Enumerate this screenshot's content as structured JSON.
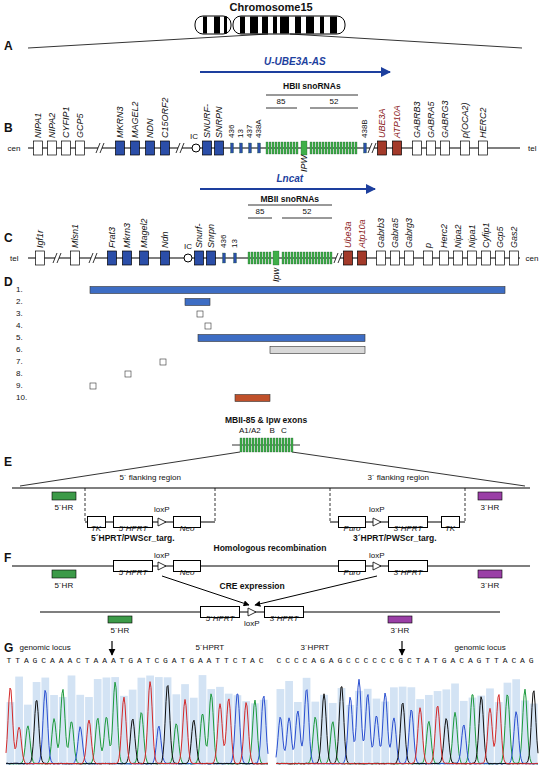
{
  "diagram": {
    "title": "Chromosome15",
    "nodes": [
      {
        "text": [
          "TK"
        ]
      },
      {
        "text": [
          "5´HPRT"
        ]
      },
      {
        "text": [
          "Neo"
        ]
      },
      {
        "text": [
          "Puro"
        ]
      },
      {
        "text": [
          "3´HPRT"
        ]
      },
      {
        "text": [
          "TK"
        ]
      },
      {
        "text": [
          "5´HPRT"
        ]
      },
      {
        "text": [
          "Neo"
        ]
      },
      {
        "text": [
          "Puro"
        ]
      },
      {
        "text": [
          "3´HPRT"
        ]
      },
      {
        "text": [
          "5´HPRT"
        ]
      },
      {
        "text": [
          "3´HPRT"
        ]
      }
    ],
    "labels": [
      "A",
      "B",
      "cen",
      "tel",
      "NIPA1",
      "NIPA2",
      "CYFIP1",
      "GCP5",
      "MKRN3",
      "MAGEL2",
      "NDN",
      "C15ORF2",
      "IC",
      "SNURF-",
      "SNRPN",
      "436",
      "13",
      "437",
      "438A",
      "85",
      "52",
      "438B",
      "IPW",
      "UBE3A",
      "ATP10A",
      "GABRB3",
      "GABRA5",
      "GABRG3",
      "p(OCA2)",
      "HERC2",
      "U-UBE3A-AS",
      "HBII snoRNAs",
      "C",
      "tel",
      "Igf1r",
      "Mlsn1",
      "Frat3",
      "Mkrn3",
      "Magel2",
      "Ndn",
      "IC",
      "Snurf-",
      "Snrpn",
      "436",
      "13",
      "85",
      "52",
      "Ipw",
      "Ube3a",
      "Atp10a",
      "Gabrb3",
      "Gabra5",
      "Gabrg3",
      "p",
      "Herc2",
      "Nipa2",
      "Nipa1",
      "Cyfip1",
      "Gcp5",
      "Gas2",
      "cen",
      "Lncat",
      "MBII snoRNAs",
      "D",
      "1.",
      "2.",
      "3.",
      "4.",
      "5.",
      "6.",
      "7.",
      "8.",
      "9.",
      "10.",
      "MBII-85 & Ipw exons",
      "A1/A2",
      "B",
      "C",
      "E",
      "5´ flanking region",
      "3´ flanking region",
      "5´HR",
      "loxP",
      "5´HPRT/PWScr_targ.",
      "loxP",
      "3´HR",
      "3´HPRT/PWScr_targ.",
      "F",
      "Homologous recombination",
      "5´HR",
      "loxP",
      "loxP",
      "3´HR",
      "CRE expression",
      "5´HR",
      "loxP",
      "3´HR",
      "G",
      "genomic locus",
      "5´HPRT",
      "TTAGCAAACTAAATGATCGATGAATTCTAC",
      "3´HPRT",
      "genomic locus",
      "CCCCAGAGCCCCCCGCTATGACAGTTACAG"
    ]
  }
}
